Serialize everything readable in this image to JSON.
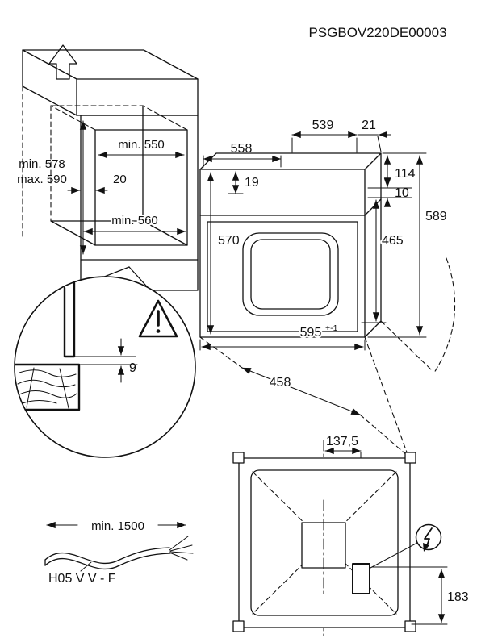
{
  "header": {
    "product_code": "PSGBOV220DE00003"
  },
  "cabinet": {
    "height_min": "min. 578",
    "height_max": "max. 590",
    "width_top": "min. 550",
    "wall_thickness": "20",
    "depth_bottom": "min. 560"
  },
  "oven": {
    "depth_total": "558",
    "depth_top_rear": "539",
    "depth_top_front": "21",
    "top_offset": "19",
    "upper_right": "114",
    "gap_small": "10",
    "height_total": "589",
    "height_front": "570",
    "height_door": "465",
    "width": "595",
    "width_tolerance": "+-1",
    "depth_lower": "458"
  },
  "detail": {
    "gap": "9"
  },
  "cable": {
    "min_length": "min. 1500",
    "cable_type": "H05 V V - F"
  },
  "top_view": {
    "offset_center": "137,5",
    "offset_bottom": "183"
  }
}
